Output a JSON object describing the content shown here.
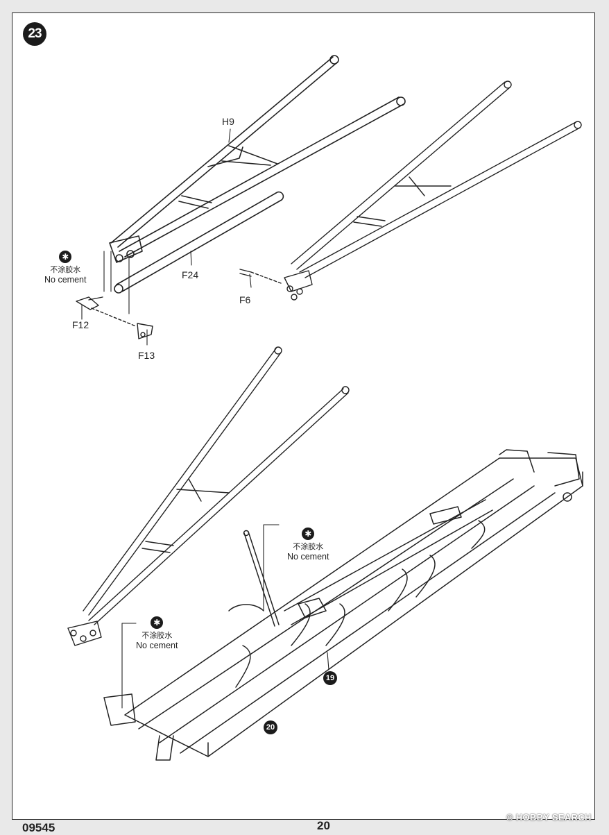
{
  "step": {
    "number": "23"
  },
  "parts": {
    "h9": "H9",
    "f24": "F24",
    "f12": "F12",
    "f13": "F13",
    "f6": "F6"
  },
  "no_cement": {
    "chinese": "不涂胶水",
    "english": "No cement",
    "icon": "no-glue-icon"
  },
  "references": {
    "ref19": "19",
    "ref20": "20"
  },
  "footer": {
    "code": "09545",
    "page": "20"
  },
  "watermark": {
    "text": "© HOBBY SEARCH"
  },
  "colors": {
    "line": "#222222",
    "paper": "#ffffff",
    "badge": "#1b1b1b"
  }
}
